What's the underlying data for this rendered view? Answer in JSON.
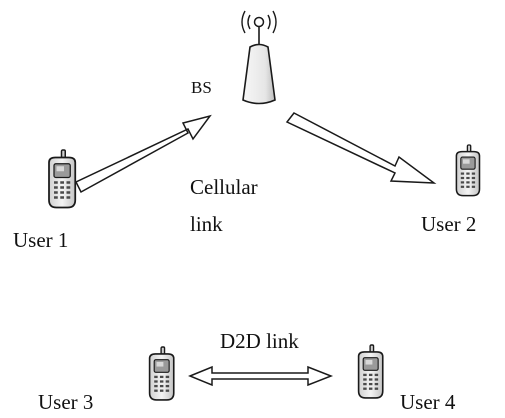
{
  "nodes": {
    "bs": {
      "label": "BS",
      "icon": "base-station-antenna-icon"
    },
    "user1": {
      "label": "User 1",
      "icon": "mobile-phone-icon"
    },
    "user2": {
      "label": "User 2",
      "icon": "mobile-phone-icon"
    },
    "user3": {
      "label": "User 3",
      "icon": "mobile-phone-icon"
    },
    "user4": {
      "label": "User 4",
      "icon": "mobile-phone-icon"
    }
  },
  "links": {
    "cellular": {
      "label_line1": "Cellular",
      "label_line2": "link"
    },
    "d2d": {
      "label": "D2D link"
    }
  },
  "colors": {
    "stroke": "#1a1a1a",
    "icon_fill": "#f2f2f2",
    "icon_shade": "#c8c8c8",
    "screen": "#9a9a9a"
  }
}
